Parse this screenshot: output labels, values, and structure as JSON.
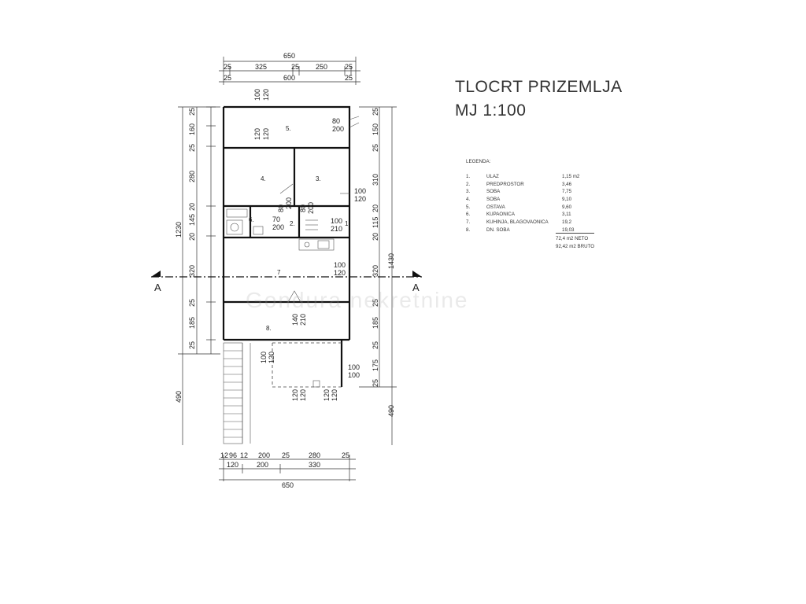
{
  "title": {
    "line1": "TLOCRT PRIZEMLJA",
    "line2": "MJ 1:100"
  },
  "legend": {
    "heading": "LEGENDA:",
    "items": [
      {
        "num": "1.",
        "label": "ULAZ",
        "value": "1,15 m2"
      },
      {
        "num": "2.",
        "label": "PREDPROSTOR",
        "value": "3,46"
      },
      {
        "num": "3.",
        "label": "SOBA",
        "value": "7,75"
      },
      {
        "num": "4.",
        "label": "SOBA",
        "value": "9,10"
      },
      {
        "num": "5.",
        "label": "OSTAVA",
        "value": "9,60"
      },
      {
        "num": "6.",
        "label": "KUPAONICA",
        "value": "3,11"
      },
      {
        "num": "7.",
        "label": "KUHINJA, BLAGOVAONICA",
        "value": "19,2"
      },
      {
        "num": "8.",
        "label": "DN. SOBA",
        "value": "19,03"
      }
    ],
    "total_net": "72,4 m2 NETO",
    "total_gross": "92,42 m2 BRUTO"
  },
  "watermark": "Gondura nekretnine",
  "section_marks": {
    "left": "A",
    "right": "A"
  },
  "dims": {
    "top_total": "650",
    "top_parts": [
      "25",
      "325",
      "25",
      "250",
      "25"
    ],
    "top_inner": [
      "25",
      "600",
      "25"
    ],
    "bottom_parts": [
      "12",
      "96",
      "12",
      "200",
      "25",
      "280",
      "25"
    ],
    "bottom_inner": [
      "120",
      "200",
      "330"
    ],
    "bottom_total": "650",
    "left_total": "1230",
    "left_parts": [
      "25",
      "160",
      "25",
      "280",
      "20",
      "145",
      "20",
      "320",
      "25",
      "185",
      "25"
    ],
    "left_lower": "490",
    "right_total": "1430",
    "right_parts": [
      "25",
      "150",
      "25",
      "310",
      "20",
      "115",
      "20",
      "320",
      "25",
      "185",
      "25",
      "175",
      "25"
    ],
    "right_lower": "490"
  },
  "rooms": [
    {
      "id": "room-1",
      "label": "1."
    },
    {
      "id": "room-2",
      "label": "2."
    },
    {
      "id": "room-3",
      "label": "3."
    },
    {
      "id": "room-4",
      "label": "4."
    },
    {
      "id": "room-5",
      "label": "5."
    },
    {
      "id": "room-6",
      "label": "6."
    },
    {
      "id": "room-7",
      "label": "7"
    },
    {
      "id": "room-8",
      "label": "8."
    }
  ],
  "openings": {
    "o1a": "100",
    "o1b": "120",
    "o2a": "80",
    "o2b": "200",
    "o3a": "120",
    "o3b": "120",
    "o4a": "100",
    "o4b": "120",
    "o5a": "80",
    "o5b": "200",
    "o6a": "80",
    "o6b": "200",
    "o7a": "70",
    "o7b": "200",
    "o8a": "100",
    "o8b": "210",
    "o9a": "100",
    "o9b": "120",
    "o10a": "140",
    "o10b": "210",
    "o11a": "100",
    "o11b": "120",
    "o12a": "100",
    "o12b": "100",
    "o13a": "120",
    "o13b": "120",
    "o14a": "120",
    "o14b": "120"
  }
}
